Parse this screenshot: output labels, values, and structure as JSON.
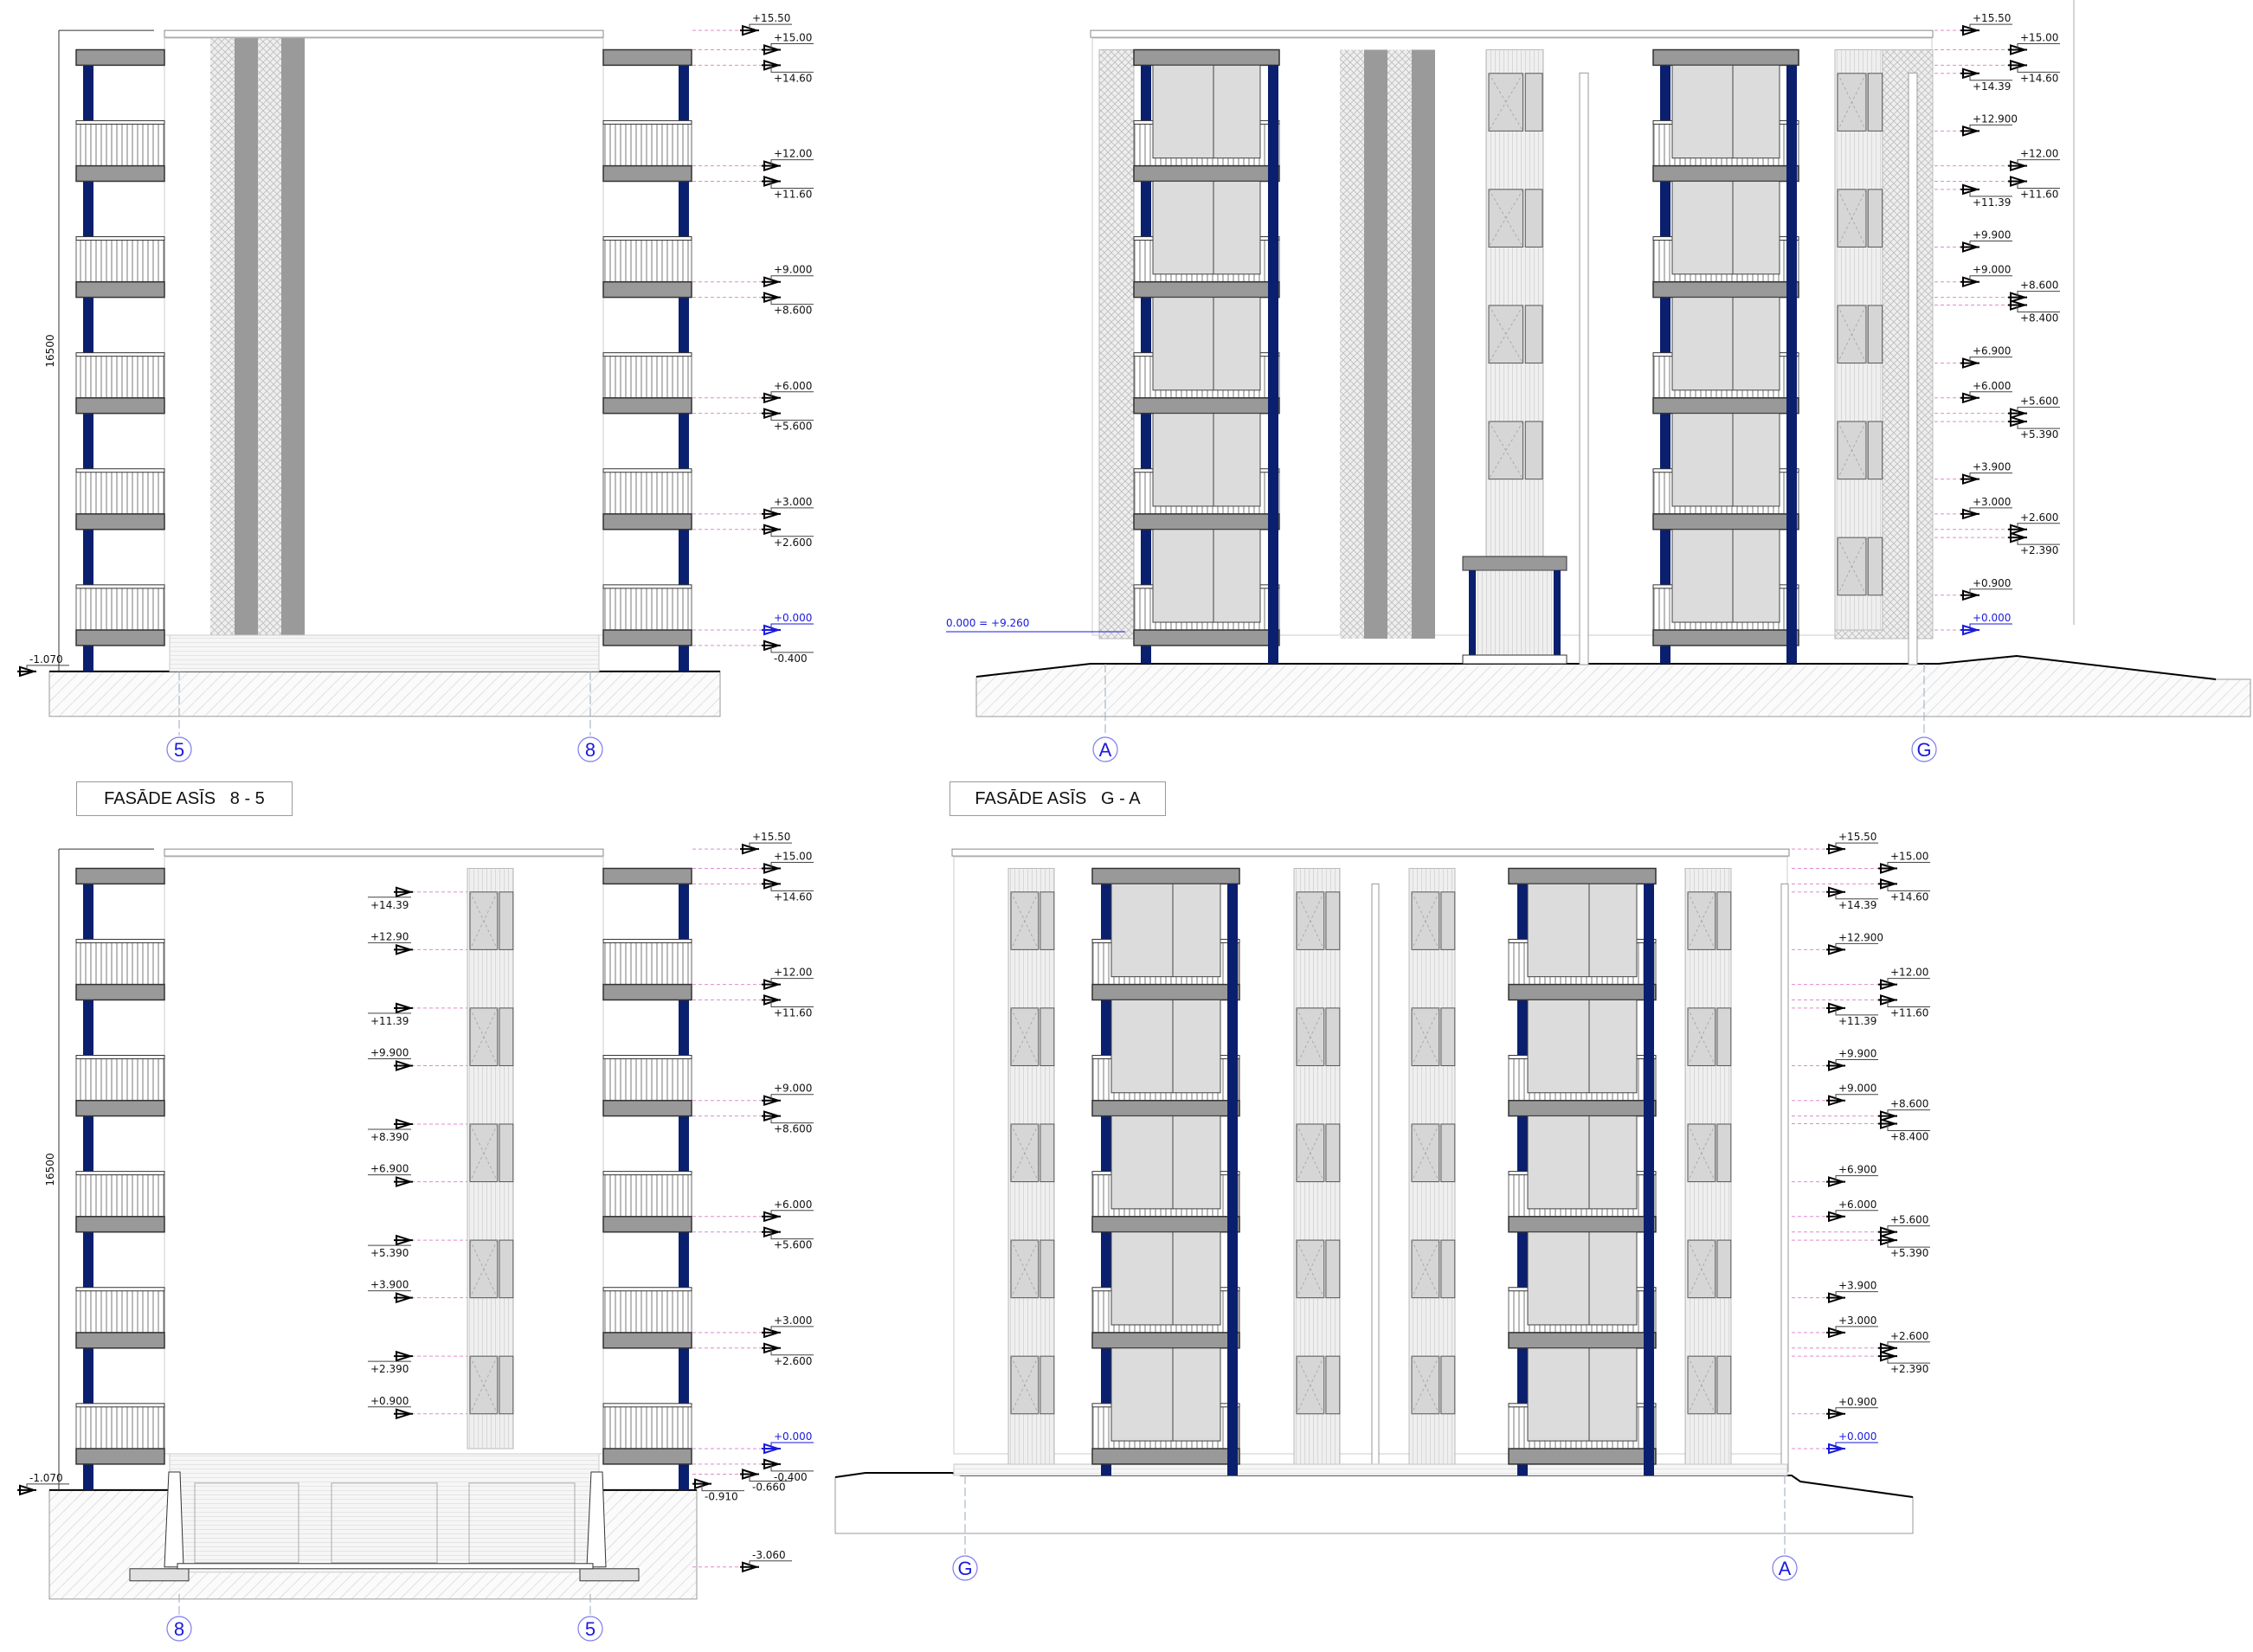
{
  "titles": {
    "bottom_left": "FASĀDE ASĪS   8 - 5",
    "bottom_right": "FASĀDE ASĪS   G - A"
  },
  "colors": {
    "column": "#0a1f6e",
    "slab": "#999999",
    "marker_blue": "#1a1adb",
    "dotted": "#e08ad0"
  },
  "panels": {
    "top_left": {
      "dimension": "16500",
      "axes": [
        "5",
        "8"
      ],
      "ground_label": "-1.070",
      "labels_right": [
        {
          "t": "+15.50",
          "p": "a",
          "c": 0
        },
        {
          "t": "+15.00",
          "p": "a",
          "c": 1
        },
        {
          "t": "+14.60",
          "p": "b",
          "c": 1
        },
        {
          "t": "+12.00",
          "p": "a",
          "c": 1
        },
        {
          "t": "+11.60",
          "p": "b",
          "c": 1
        },
        {
          "t": "+9.000",
          "p": "a",
          "c": 1
        },
        {
          "t": "+8.600",
          "p": "b",
          "c": 1
        },
        {
          "t": "+6.000",
          "p": "a",
          "c": 1
        },
        {
          "t": "+5.600",
          "p": "b",
          "c": 1
        },
        {
          "t": "+3.000",
          "p": "a",
          "c": 1
        },
        {
          "t": "+2.600",
          "p": "b",
          "c": 1
        },
        {
          "t": "+0.000",
          "p": "a",
          "c": 1,
          "blue": true
        },
        {
          "t": "-0.400",
          "p": "b",
          "c": 1
        }
      ]
    },
    "top_right": {
      "axes": [
        "A",
        "G"
      ],
      "zero_note": "0.000 = +9.260",
      "labels_right": [
        {
          "t": "+15.50",
          "p": "a",
          "c": 0
        },
        {
          "t": "+14.39",
          "p": "b",
          "c": 0
        },
        {
          "t": "+12.900",
          "p": "a",
          "c": 0
        },
        {
          "t": "+11.39",
          "p": "b",
          "c": 0
        },
        {
          "t": "+9.900",
          "p": "a",
          "c": 0
        },
        {
          "t": "+9.000",
          "p": "a",
          "c": 0
        },
        {
          "t": "+6.900",
          "p": "a",
          "c": 0
        },
        {
          "t": "+6.000",
          "p": "a",
          "c": 0
        },
        {
          "t": "+3.900",
          "p": "a",
          "c": 0
        },
        {
          "t": "+3.000",
          "p": "a",
          "c": 0
        },
        {
          "t": "+0.900",
          "p": "a",
          "c": 0
        },
        {
          "t": "+0.000",
          "p": "a",
          "c": 0,
          "blue": true
        },
        {
          "t": "+15.00",
          "p": "a",
          "c": 1
        },
        {
          "t": "+14.60",
          "p": "b",
          "c": 1
        },
        {
          "t": "+12.00",
          "p": "a",
          "c": 1
        },
        {
          "t": "+11.60",
          "p": "b",
          "c": 1
        },
        {
          "t": "+8.600",
          "p": "a",
          "c": 1
        },
        {
          "t": "+8.400",
          "p": "b",
          "c": 1
        },
        {
          "t": "+5.600",
          "p": "a",
          "c": 1
        },
        {
          "t": "+5.390",
          "p": "b",
          "c": 1
        },
        {
          "t": "+2.600",
          "p": "a",
          "c": 1
        },
        {
          "t": "+2.390",
          "p": "b",
          "c": 1
        }
      ]
    },
    "bottom_left": {
      "dimension": "16500",
      "axes": [
        "8",
        "5"
      ],
      "ground_label": "-1.070",
      "labels_center": [
        {
          "t": "+14.39",
          "p": "b"
        },
        {
          "t": "+12.90",
          "p": "a"
        },
        {
          "t": "+11.39",
          "p": "b"
        },
        {
          "t": "+9.900",
          "p": "a"
        },
        {
          "t": "+8.390",
          "p": "b"
        },
        {
          "t": "+6.900",
          "p": "a"
        },
        {
          "t": "+5.390",
          "p": "b"
        },
        {
          "t": "+3.900",
          "p": "a"
        },
        {
          "t": "+2.390",
          "p": "b"
        },
        {
          "t": "+0.900",
          "p": "a"
        }
      ],
      "labels_right": [
        {
          "t": "+15.50",
          "p": "a",
          "c": 0
        },
        {
          "t": "+15.00",
          "p": "a",
          "c": 1
        },
        {
          "t": "+14.60",
          "p": "b",
          "c": 1
        },
        {
          "t": "+12.00",
          "p": "a",
          "c": 1
        },
        {
          "t": "+11.60",
          "p": "b",
          "c": 1
        },
        {
          "t": "+9.000",
          "p": "a",
          "c": 1
        },
        {
          "t": "+8.600",
          "p": "b",
          "c": 1
        },
        {
          "t": "+6.000",
          "p": "a",
          "c": 1
        },
        {
          "t": "+5.600",
          "p": "b",
          "c": 1
        },
        {
          "t": "+3.000",
          "p": "a",
          "c": 1
        },
        {
          "t": "+2.600",
          "p": "b",
          "c": 1
        },
        {
          "t": "+0.000",
          "p": "a",
          "c": 1,
          "blue": true
        },
        {
          "t": "-0.400",
          "p": "b",
          "c": 1
        },
        {
          "t": "-0.660",
          "p": "b",
          "c": 0
        },
        {
          "t": "-0.910",
          "p": "b",
          "c": -1
        },
        {
          "t": "-3.060",
          "p": "a",
          "c": 0
        }
      ]
    },
    "bottom_right": {
      "axes": [
        "G",
        "A"
      ],
      "labels_right": [
        {
          "t": "+15.50",
          "p": "a",
          "c": 0
        },
        {
          "t": "+14.39",
          "p": "b",
          "c": 0
        },
        {
          "t": "+12.900",
          "p": "a",
          "c": 0
        },
        {
          "t": "+11.39",
          "p": "b",
          "c": 0
        },
        {
          "t": "+9.900",
          "p": "a",
          "c": 0
        },
        {
          "t": "+9.000",
          "p": "a",
          "c": 0
        },
        {
          "t": "+6.900",
          "p": "a",
          "c": 0
        },
        {
          "t": "+6.000",
          "p": "a",
          "c": 0
        },
        {
          "t": "+3.900",
          "p": "a",
          "c": 0
        },
        {
          "t": "+3.000",
          "p": "a",
          "c": 0
        },
        {
          "t": "+0.900",
          "p": "a",
          "c": 0
        },
        {
          "t": "+0.000",
          "p": "a",
          "c": 0,
          "blue": true
        },
        {
          "t": "+15.00",
          "p": "a",
          "c": 1
        },
        {
          "t": "+14.60",
          "p": "b",
          "c": 1
        },
        {
          "t": "+12.00",
          "p": "a",
          "c": 1
        },
        {
          "t": "+11.60",
          "p": "b",
          "c": 1
        },
        {
          "t": "+8.600",
          "p": "a",
          "c": 1
        },
        {
          "t": "+8.400",
          "p": "b",
          "c": 1
        },
        {
          "t": "+5.600",
          "p": "a",
          "c": 1
        },
        {
          "t": "+5.390",
          "p": "b",
          "c": 1
        },
        {
          "t": "+2.600",
          "p": "a",
          "c": 1
        },
        {
          "t": "+2.390",
          "p": "b",
          "c": 1
        }
      ]
    }
  }
}
